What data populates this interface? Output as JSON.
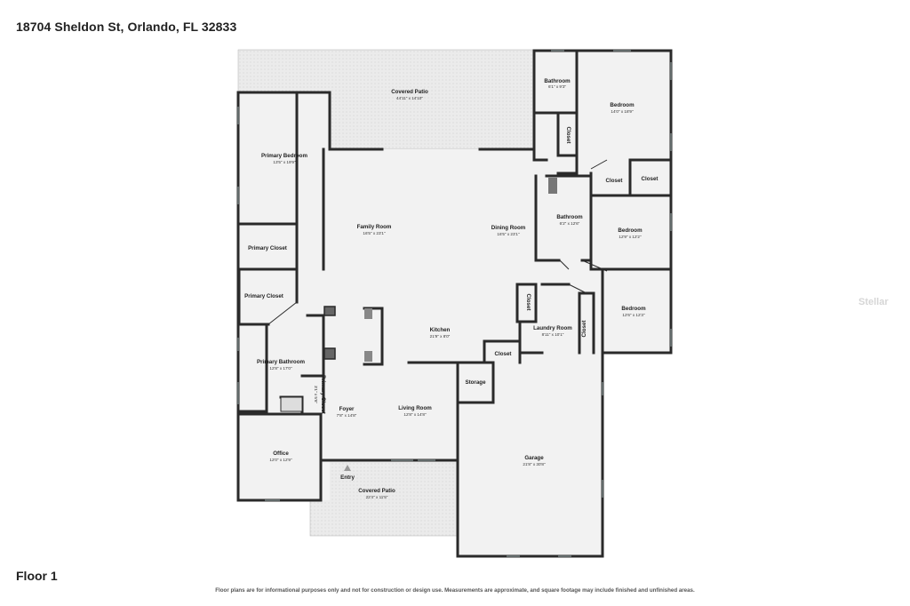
{
  "header": {
    "address": "18704 Sheldon St, Orlando, FL 32833"
  },
  "footer": {
    "floor_label": "Floor 1",
    "disclaimer": "Floor plans are for informational purposes only and not for construction or design use. Measurements are approximate, and square footage may include finished and unfinished areas.",
    "watermark": "Stellar"
  },
  "colors": {
    "wall": "#2a2a2a",
    "floor": "#f1f1f1",
    "patio": "#e9e9e9",
    "background": "#ffffff"
  },
  "rooms": {
    "covered_patio_back": {
      "name": "Covered Patio",
      "dims": "44'11\" x 14'10\""
    },
    "bathroom_1": {
      "name": "Bathroom",
      "dims": "6'1\" x 9'3\""
    },
    "bedroom_1": {
      "name": "Bedroom",
      "dims": "14'0\" x 18'9\""
    },
    "closet_1": {
      "name": "Closet"
    },
    "primary_bedroom": {
      "name": "Primary Bedroom",
      "dims": "13'5\" x 19'9\""
    },
    "closet_2": {
      "name": "Closet"
    },
    "closet_3": {
      "name": "Closet"
    },
    "family_room": {
      "name": "Family Room",
      "dims": "16'5\" x 23'1\""
    },
    "dining_room": {
      "name": "Dining Room",
      "dims": "16'5\" x 23'1\""
    },
    "bathroom_2": {
      "name": "Bathroom",
      "dims": "6'2\" x 12'6\""
    },
    "bedroom_2": {
      "name": "Bedroom",
      "dims": "12'9\" x 12'2\""
    },
    "primary_closet_1": {
      "name": "Primary Closet"
    },
    "primary_closet_2": {
      "name": "Primary Closet"
    },
    "closet_4": {
      "name": "Closet"
    },
    "bedroom_3": {
      "name": "Bedroom",
      "dims": "12'6\" x 12'3\""
    },
    "kitchen": {
      "name": "Kitchen",
      "dims": "21'9\" x 8'0\""
    },
    "laundry_room": {
      "name": "Laundry Room",
      "dims": "8'11\" x 10'1\""
    },
    "closet_5": {
      "name": "Closet"
    },
    "closet_6": {
      "name": "Closet"
    },
    "primary_bathroom": {
      "name": "Primary Bathroom",
      "dims": "12'8\" x 17'0\""
    },
    "storage": {
      "name": "Storage"
    },
    "primary_closet_3": {
      "name": "Primary Closet",
      "dims": "3'1\" x 5'6\""
    },
    "foyer": {
      "name": "Foyer",
      "dims": "7'8\" x 14'8\""
    },
    "living_room": {
      "name": "Living Room",
      "dims": "12'8\" x 14'8\""
    },
    "office": {
      "name": "Office",
      "dims": "12'0\" x 12'9\""
    },
    "garage": {
      "name": "Garage",
      "dims": "21'8\" x 30'8\""
    },
    "entry": {
      "name": "Entry"
    },
    "covered_patio_front": {
      "name": "Covered Patio",
      "dims": "22'4\" x 11'5\""
    }
  }
}
